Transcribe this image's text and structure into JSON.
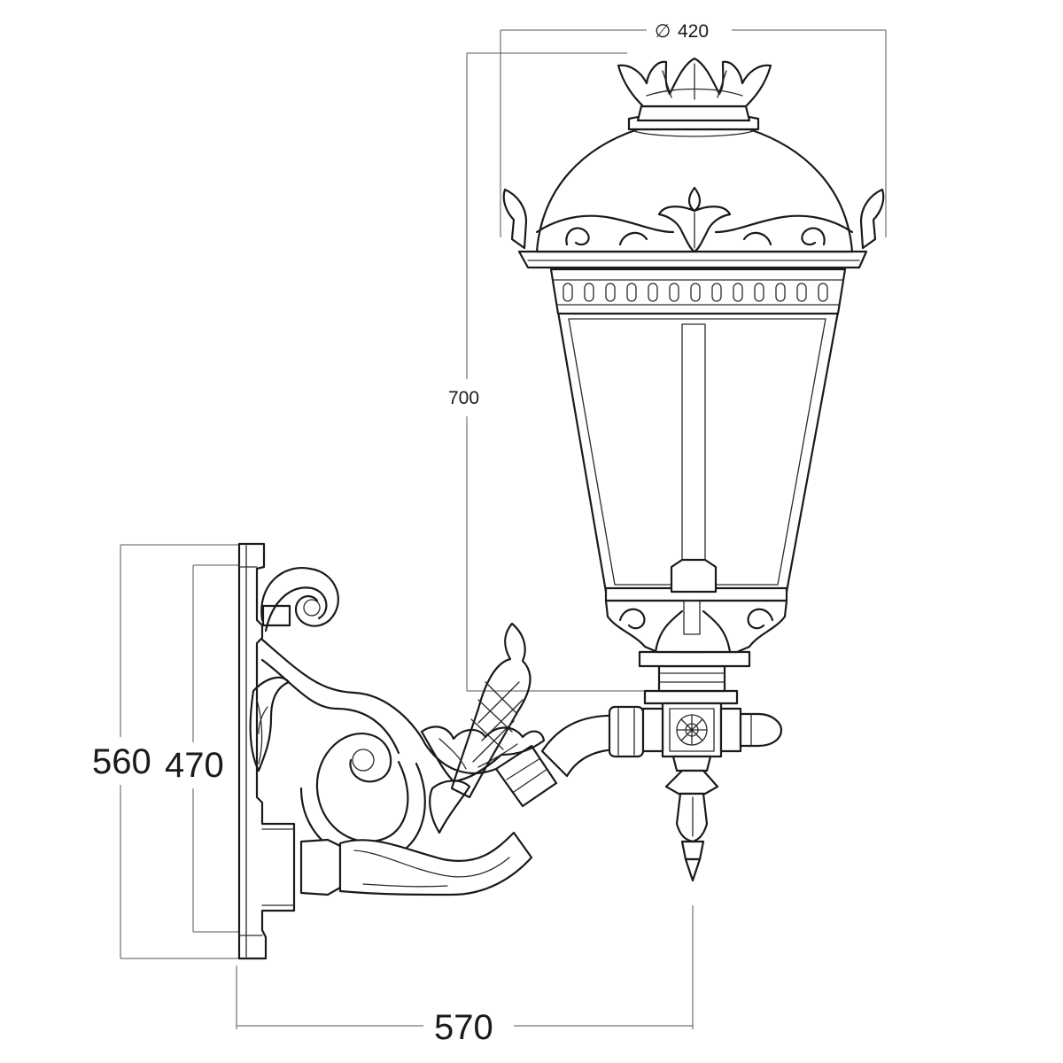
{
  "drawing": {
    "dimensions": {
      "width_overall": "570",
      "height_bracket": "560",
      "height_plate": "470",
      "height_lantern": "700",
      "diameter_symbol": "∅",
      "diameter_value": "420"
    }
  }
}
